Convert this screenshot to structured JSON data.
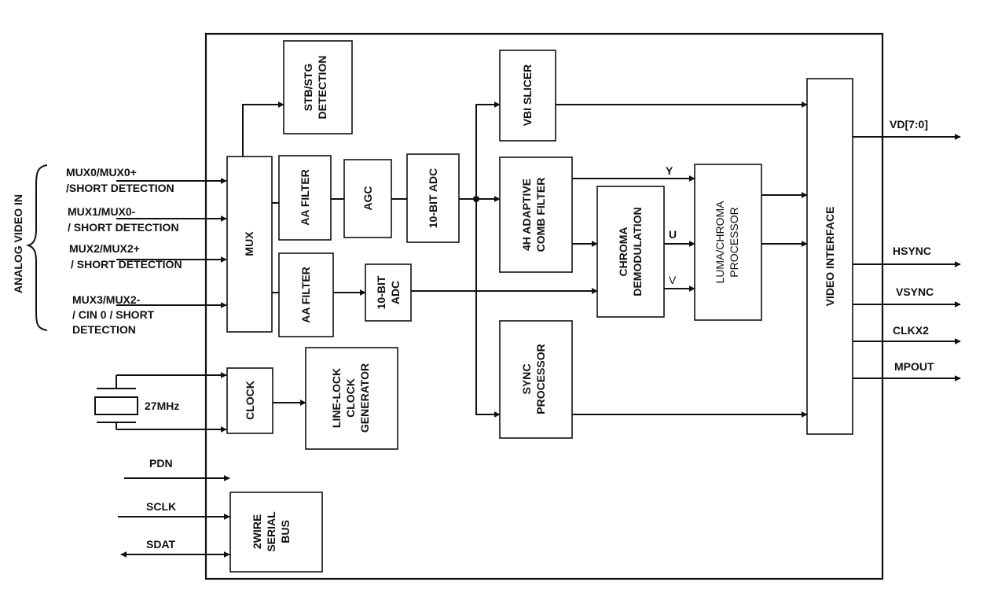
{
  "side_label": "ANALOG VIDEO IN",
  "inputs": {
    "mux0": [
      "MUX0/MUX0+",
      "/SHORT DETECTION"
    ],
    "mux1": [
      "MUX1/MUX0-",
      "/ SHORT DETECTION"
    ],
    "mux2": [
      "MUX2/MUX2+",
      "/ SHORT DETECTION"
    ],
    "mux3": [
      "MUX3/MUX2-",
      "/ CIN 0 / SHORT",
      "DETECTION"
    ],
    "crystal": "27MHz",
    "pdn": "PDN",
    "sclk": "SCLK",
    "sdat": "SDAT"
  },
  "blocks": {
    "stb": [
      "STB/STG",
      "DETECTION"
    ],
    "mux": [
      "MUX"
    ],
    "aa_filter_1": [
      "AA FILTER"
    ],
    "agc": [
      "AGC"
    ],
    "adc_1": [
      "10-BIT ADC"
    ],
    "aa_filter_2": [
      "AA FILTER"
    ],
    "adc_2": [
      "10-BIT",
      "ADC"
    ],
    "vbi": [
      "VBI SLICER"
    ],
    "comb": [
      "4H ADAPTIVE",
      "COMB FILTER"
    ],
    "chroma": [
      "CHROMA",
      "DEMODULATION"
    ],
    "luma": [
      "LUMA/CHROMA",
      "PROCESSOR"
    ],
    "video_if": [
      "VIDEO INTERFACE"
    ],
    "sync": [
      "SYNC",
      "PROCESSOR"
    ],
    "clock": [
      "CLOCK"
    ],
    "linelock": [
      "LINE-LOCK",
      "CLOCK",
      "GENERATOR"
    ],
    "serial": [
      "2WIRE",
      "SERIAL",
      "BUS"
    ]
  },
  "signals": {
    "y": "Y",
    "u": "U",
    "v": "V"
  },
  "outputs": {
    "vd": "VD[7:0]",
    "hsync": "HSYNC",
    "vsync": "VSYNC",
    "clkx2": "CLKX2",
    "mpout": "MPOUT"
  }
}
